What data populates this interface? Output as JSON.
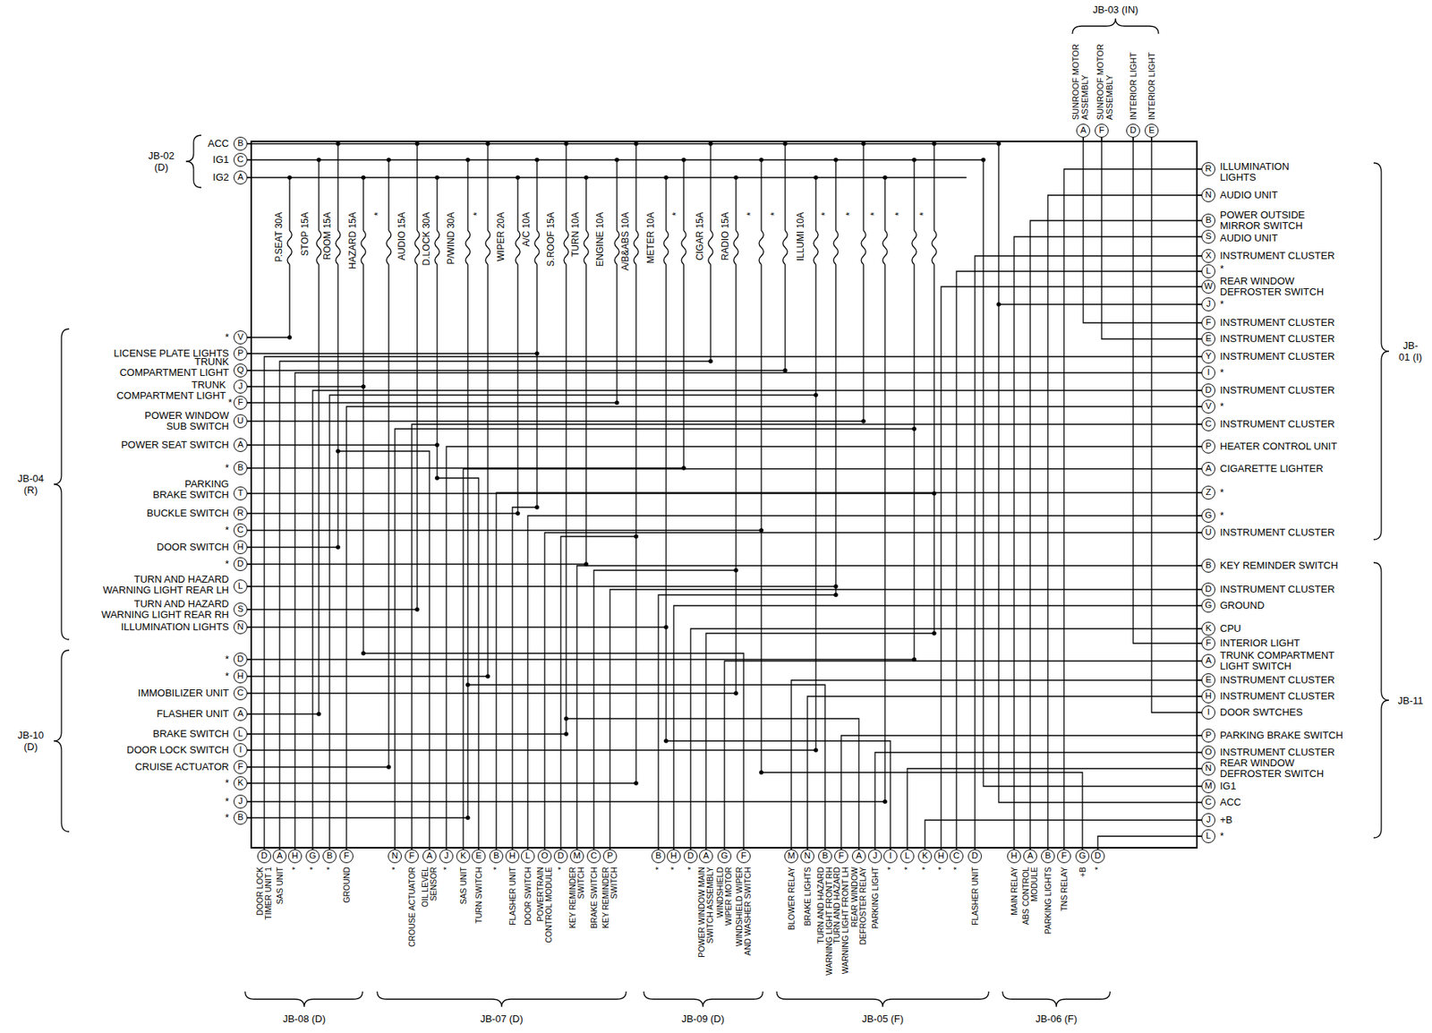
{
  "diagram": {
    "nodes": [
      {
        "text": [
          "A"
        ]
      },
      {
        "text": [
          "F"
        ]
      },
      {
        "text": [
          "D"
        ]
      },
      {
        "text": [
          "E"
        ]
      },
      {
        "text": [
          "B"
        ]
      },
      {
        "text": [
          "C"
        ]
      },
      {
        "text": [
          "A"
        ]
      },
      {
        "text": [
          "V"
        ]
      },
      {
        "text": [
          "P"
        ]
      },
      {
        "text": [
          "Q"
        ]
      },
      {
        "text": [
          "J"
        ]
      },
      {
        "text": [
          "F"
        ]
      },
      {
        "text": [
          "U"
        ]
      },
      {
        "text": [
          "A"
        ]
      },
      {
        "text": [
          "B"
        ]
      },
      {
        "text": [
          "T"
        ]
      },
      {
        "text": [
          "R"
        ]
      },
      {
        "text": [
          "C"
        ]
      },
      {
        "text": [
          "H"
        ]
      },
      {
        "text": [
          "D"
        ]
      },
      {
        "text": [
          "L"
        ]
      },
      {
        "text": [
          "S"
        ]
      },
      {
        "text": [
          "N"
        ]
      },
      {
        "text": [
          "D"
        ]
      },
      {
        "text": [
          "H"
        ]
      },
      {
        "text": [
          "C"
        ]
      },
      {
        "text": [
          "A"
        ]
      },
      {
        "text": [
          "L"
        ]
      },
      {
        "text": [
          "I"
        ]
      },
      {
        "text": [
          "F"
        ]
      },
      {
        "text": [
          "K"
        ]
      },
      {
        "text": [
          "J"
        ]
      },
      {
        "text": [
          "B"
        ]
      },
      {
        "text": [
          "R"
        ]
      },
      {
        "text": [
          "N"
        ]
      },
      {
        "text": [
          "B"
        ]
      },
      {
        "text": [
          "S"
        ]
      },
      {
        "text": [
          "X"
        ]
      },
      {
        "text": [
          "L"
        ]
      },
      {
        "text": [
          "W"
        ]
      },
      {
        "text": [
          "J"
        ]
      },
      {
        "text": [
          "F"
        ]
      },
      {
        "text": [
          "E"
        ]
      },
      {
        "text": [
          "Y"
        ]
      },
      {
        "text": [
          "I"
        ]
      },
      {
        "text": [
          "D"
        ]
      },
      {
        "text": [
          "V"
        ]
      },
      {
        "text": [
          "C"
        ]
      },
      {
        "text": [
          "P"
        ]
      },
      {
        "text": [
          "A"
        ]
      },
      {
        "text": [
          "Z"
        ]
      },
      {
        "text": [
          "G"
        ]
      },
      {
        "text": [
          "U"
        ]
      },
      {
        "text": [
          "B"
        ]
      },
      {
        "text": [
          "D"
        ]
      },
      {
        "text": [
          "G"
        ]
      },
      {
        "text": [
          "K"
        ]
      },
      {
        "text": [
          "F"
        ]
      },
      {
        "text": [
          "A"
        ]
      },
      {
        "text": [
          "E"
        ]
      },
      {
        "text": [
          "H"
        ]
      },
      {
        "text": [
          "I"
        ]
      },
      {
        "text": [
          "P"
        ]
      },
      {
        "text": [
          "O"
        ]
      },
      {
        "text": [
          "N"
        ]
      },
      {
        "text": [
          "M"
        ]
      },
      {
        "text": [
          "C"
        ]
      },
      {
        "text": [
          "J"
        ]
      },
      {
        "text": [
          "L"
        ]
      },
      {
        "text": [
          "D"
        ]
      },
      {
        "text": [
          "A"
        ]
      },
      {
        "text": [
          "H"
        ]
      },
      {
        "text": [
          "G"
        ]
      },
      {
        "text": [
          "B"
        ]
      },
      {
        "text": [
          "F"
        ]
      },
      {
        "text": [
          "N"
        ]
      },
      {
        "text": [
          "F"
        ]
      },
      {
        "text": [
          "A"
        ]
      },
      {
        "text": [
          "J"
        ]
      },
      {
        "text": [
          "K"
        ]
      },
      {
        "text": [
          "E"
        ]
      },
      {
        "text": [
          "B"
        ]
      },
      {
        "text": [
          "H"
        ]
      },
      {
        "text": [
          "L"
        ]
      },
      {
        "text": [
          "O"
        ]
      },
      {
        "text": [
          "D"
        ]
      },
      {
        "text": [
          "M"
        ]
      },
      {
        "text": [
          "C"
        ]
      },
      {
        "text": [
          "P"
        ]
      },
      {
        "text": [
          "B"
        ]
      },
      {
        "text": [
          "H"
        ]
      },
      {
        "text": [
          "D"
        ]
      },
      {
        "text": [
          "A"
        ]
      },
      {
        "text": [
          "G"
        ]
      },
      {
        "text": [
          "F"
        ]
      },
      {
        "text": [
          "M"
        ]
      },
      {
        "text": [
          "N"
        ]
      },
      {
        "text": [
          "B"
        ]
      },
      {
        "text": [
          "F"
        ]
      },
      {
        "text": [
          "A"
        ]
      },
      {
        "text": [
          "J"
        ]
      },
      {
        "text": [
          "I"
        ]
      },
      {
        "text": [
          "L"
        ]
      },
      {
        "text": [
          "K"
        ]
      },
      {
        "text": [
          "H"
        ]
      },
      {
        "text": [
          "C"
        ]
      },
      {
        "text": [
          "D"
        ]
      },
      {
        "text": [
          "H"
        ]
      },
      {
        "text": [
          "A"
        ]
      },
      {
        "text": [
          "B"
        ]
      },
      {
        "text": [
          "F"
        ]
      },
      {
        "text": [
          "G"
        ]
      },
      {
        "text": [
          "D"
        ]
      }
    ],
    "labels": [
      "JB-03 (IN)",
      "SUNROOF MOTOR ASSEMBLY",
      "SUNROOF MOTOR ASSEMBLY",
      "INTERIOR LIGHT",
      "INTERIOR LIGHT",
      "JB-02 (D)",
      "ACC",
      "IG1",
      "IG2",
      "P.SEAT 30A",
      "STOP 15A",
      "ROOM 15A",
      "HAZARD 15A",
      "*",
      "AUDIO 15A",
      "D.LOCK 30A",
      "P/WIND 30A",
      "*",
      "WIPER 20A",
      "A/C 10A",
      "S.ROOF 15A",
      "TURN 10A",
      "ENGINE 10A",
      "A/B&ABS 10A",
      "METER 10A",
      "*",
      "CIGAR 15A",
      "RADIO 15A",
      "*",
      "*",
      "ILLUMI 10A",
      "*",
      "*",
      "*",
      "*",
      "*",
      "JB-04 (R)",
      "*",
      "LICENSE PLATE LIGHTS",
      "TRUNK COMPARTMENT LIGHT",
      "TRUNK COMPARTMENT LIGHT",
      "*",
      "POWER WINDOW SUB SWITCH",
      "POWER SEAT SWITCH",
      "*",
      "PARKING BRAKE SWITCH",
      "BUCKLE SWITCH",
      "*",
      "DOOR SWITCH",
      "*",
      "TURN AND HAZARD WARNING LIGHT REAR LH",
      "TURN AND HAZARD WARNING LIGHT REAR RH",
      "ILLUMINATION LIGHTS",
      "JB-10 (D)",
      "*",
      "*",
      "IMMOBILIZER UNIT",
      "FLASHER UNIT",
      "BRAKE SWITCH",
      "DOOR LOCK SWITCH",
      "CRUISE ACTUATOR",
      "*",
      "*",
      "*",
      "JB-01 (I)",
      "ILLUMINATION LIGHTS",
      "AUDIO UNIT",
      "POWER OUTSIDE MIRROR SWITCH",
      "AUDIO UNIT",
      "INSTRUMENT CLUSTER",
      "*",
      "REAR WINDOW DEFROSTER SWITCH",
      "*",
      "INSTRUMENT CLUSTER",
      "INSTRUMENT CLUSTER",
      "INSTRUMENT CLUSTER",
      "*",
      "INSTRUMENT CLUSTER",
      "*",
      "INSTRUMENT CLUSTER",
      "HEATER CONTROL UNIT",
      "CIGARETTE LIGHTER",
      "*",
      "*",
      "INSTRUMENT CLUSTER",
      "JB-11",
      "KEY REMINDER SWITCH",
      "INSTRUMENT CLUSTER",
      "GROUND",
      "CPU",
      "INTERIOR LIGHT",
      "TRUNK COMPARTMENT LIGHT SWITCH",
      "INSTRUMENT CLUSTER",
      "INSTRUMENT CLUSTER",
      "DOOR SWTCHES",
      "PARKING BRAKE SWITCH",
      "INSTRUMENT CLUSTER",
      "REAR WINDOW DEFROSTER SWITCH",
      "IG1",
      "ACC",
      "+B",
      "*",
      "DOOR LOCK TIMER UNIT 1",
      "SAS UNIT",
      "*",
      "*",
      "*",
      "GROUND",
      "JB-08 (D)",
      "*",
      "CROUSE ACTUATOR",
      "OIL LEVEL SENSOR",
      "*",
      "SAS UNIT",
      "TURN SWITCH",
      "*",
      "FLASHER UNIT",
      "DOOR SWITCH",
      "POWERTRAIN CONTROL MODULE",
      "*",
      "KEY REMINDER SWITCH",
      "BRAKE SWITCH",
      "KEY REMINDER SWITCH",
      "JB-07 (D)",
      "*",
      "*",
      "*",
      "POWER WINDOW MAIN SWITCH ASSEMBLY",
      "WINDSHIELD WIPER MOTOR",
      "WINDSHIELD WIPER AND WASHER SWITCH",
      "JB-09 (D)",
      "BLOWER RELAY",
      "BRAKE LIGHTS",
      "TURN AND HAZARD WARNING LIGHT FRONT RH",
      "TURN AND HAZARD WARNING LIGHT FRONT LH",
      "REAR WINDOW DEFROSTER RELAY",
      "PARKING LIGHT",
      "*",
      "*",
      "*",
      "*",
      "*",
      "FLASHER UNIT",
      "JB-05 (F)",
      "MAIN RELAY",
      "ABS CONTROL MODULE",
      "PARKING LIGHTS",
      "TNS RELAY",
      "+B",
      "*",
      "JB-06 (F)"
    ]
  }
}
